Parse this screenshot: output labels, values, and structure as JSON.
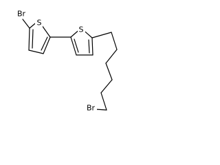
{
  "molecule": {
    "atoms": {
      "br1": "Br",
      "s1": "S",
      "s2": "S",
      "br2": "Br"
    }
  }
}
